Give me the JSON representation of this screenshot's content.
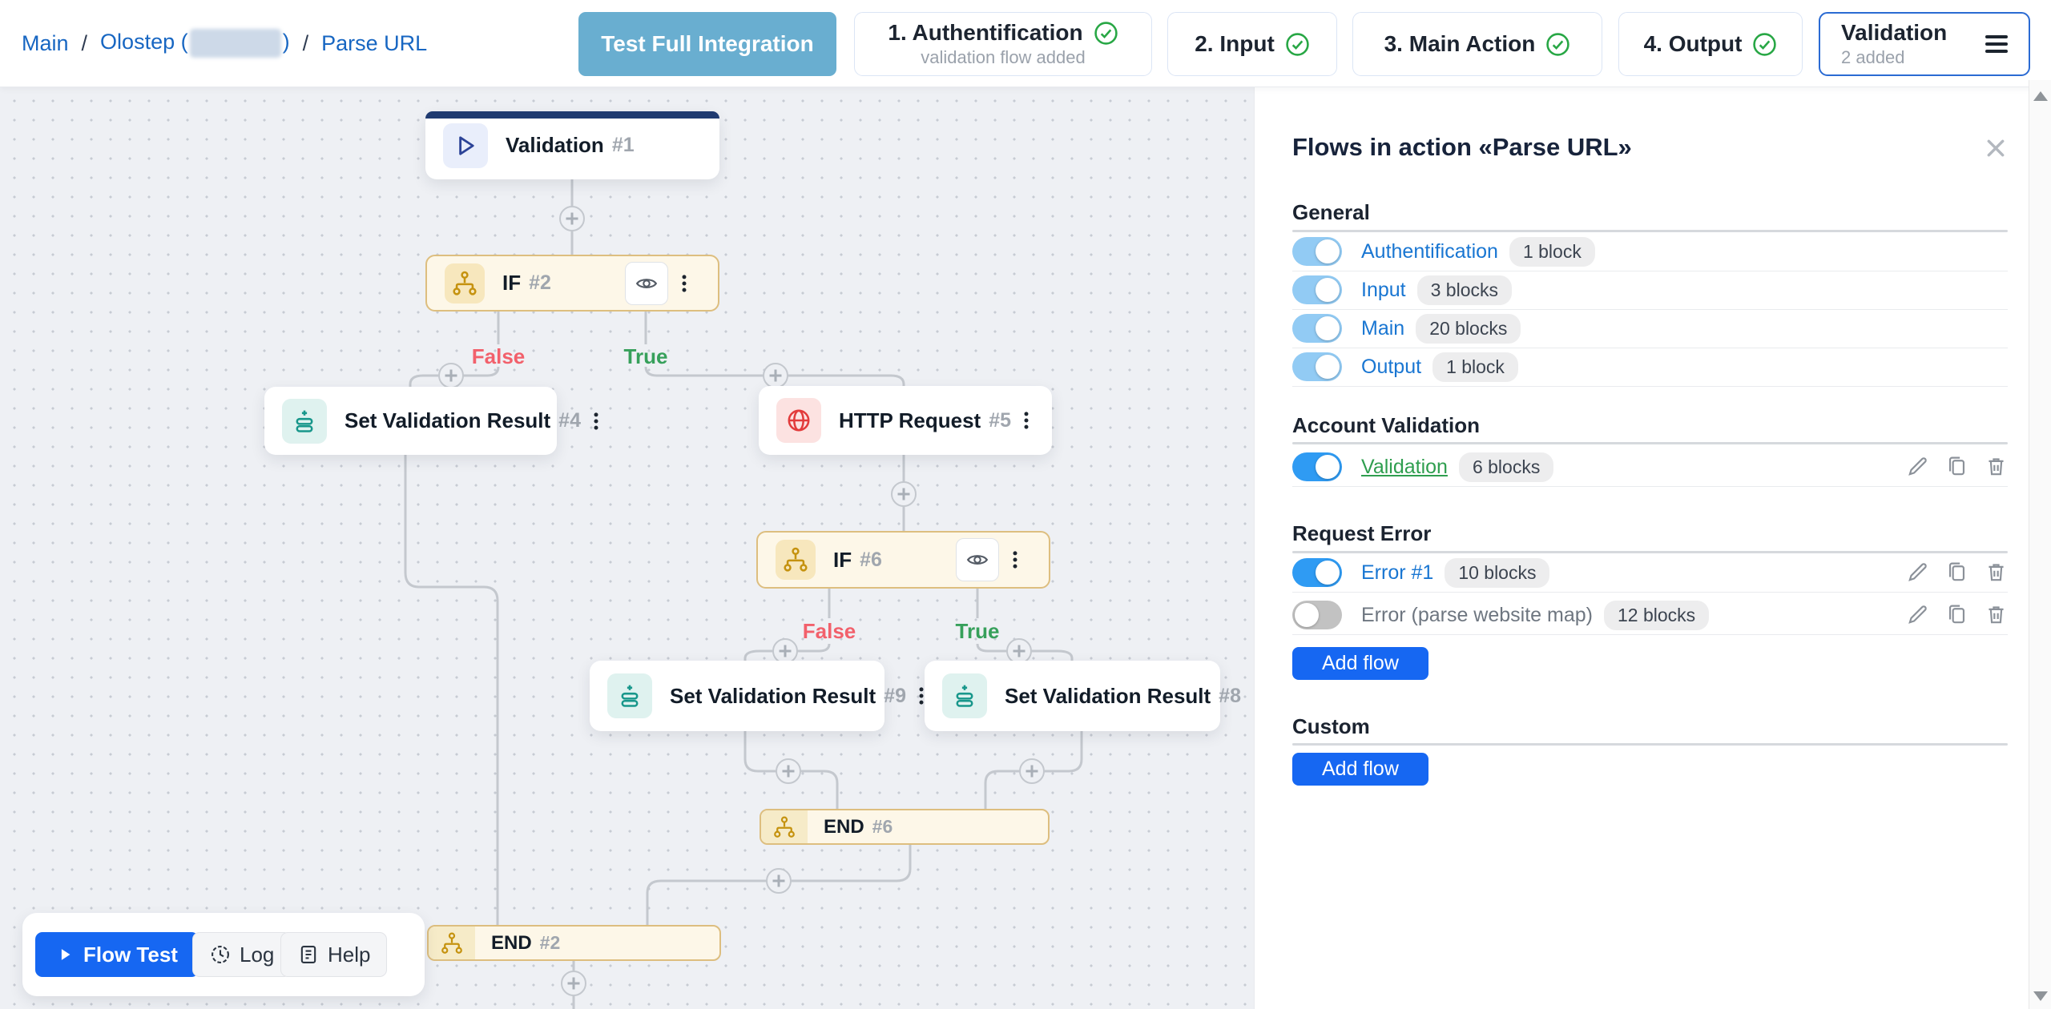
{
  "topbar": {
    "breadcrumb": {
      "separator": "/",
      "items": [
        {
          "label": "Main"
        },
        {
          "prefix": "Olostep (",
          "suffix": ")",
          "redacted": true
        },
        {
          "label": "Parse URL"
        }
      ]
    },
    "test_full_integration": "Test Full Integration",
    "steps": [
      {
        "label": "1. Authentification",
        "sublabel": "validation flow added",
        "status": "done"
      },
      {
        "label": "2. Input",
        "status": "done"
      },
      {
        "label": "3. Main Action",
        "status": "done"
      },
      {
        "label": "4. Output",
        "status": "done"
      },
      {
        "label": "Validation",
        "sublabel": "2 added",
        "active": true
      }
    ]
  },
  "canvas": {
    "nodes": {
      "validation1": {
        "title": "Validation",
        "number": "#1"
      },
      "if2": {
        "title": "IF",
        "number": "#2"
      },
      "set4": {
        "title": "Set Validation Result",
        "number": "#4"
      },
      "http5": {
        "title": "HTTP Request",
        "number": "#5"
      },
      "if6": {
        "title": "IF",
        "number": "#6"
      },
      "set9": {
        "title": "Set Validation Result",
        "number": "#9"
      },
      "set8": {
        "title": "Set Validation Result",
        "number": "#8"
      },
      "end6": {
        "title": "END",
        "number": "#6"
      },
      "end2": {
        "title": "END",
        "number": "#2"
      }
    },
    "branches": {
      "if2_false": "False",
      "if2_true": "True",
      "if6_false": "False",
      "if6_true": "True"
    },
    "toolbar": {
      "flow_test": "Flow Test",
      "log": "Log",
      "help": "Help"
    }
  },
  "panel": {
    "title": "Flows in action «Parse URL»",
    "general": {
      "heading": "General",
      "rows": [
        {
          "label": "Authentification",
          "badge": "1 block",
          "enabled": true
        },
        {
          "label": "Input",
          "badge": "3 blocks",
          "enabled": true
        },
        {
          "label": "Main",
          "badge": "20 blocks",
          "enabled": true
        },
        {
          "label": "Output",
          "badge": "1 block",
          "enabled": true
        }
      ]
    },
    "account_validation": {
      "heading": "Account Validation",
      "rows": [
        {
          "label": "Validation",
          "badge": "6 blocks",
          "enabled": true
        }
      ]
    },
    "request_error": {
      "heading": "Request Error",
      "rows": [
        {
          "label": "Error #1",
          "badge": "10 blocks",
          "enabled": true
        },
        {
          "label": "Error (parse website map)",
          "badge": "12 blocks",
          "enabled": false
        }
      ],
      "add_flow": "Add flow"
    },
    "custom": {
      "heading": "Custom",
      "add_flow": "Add flow"
    }
  },
  "colors": {
    "accent_blue": "#1667f2",
    "link_blue": "#1976d2",
    "breadcrumb_blue": "#1766c2",
    "teal_button": "#69aed0",
    "green_check": "#28a745",
    "green_link": "#2f9e4f",
    "amber_node": "#c5920f",
    "amber_border": "#ddbe7f",
    "false_red": "#f2606b",
    "true_green": "#37a05b",
    "toggle_on": "#2f9bf3",
    "toggle_on_light": "#92cbf4",
    "navy_cap": "#1f3a70",
    "canvas_bg": "#eef0f4"
  }
}
